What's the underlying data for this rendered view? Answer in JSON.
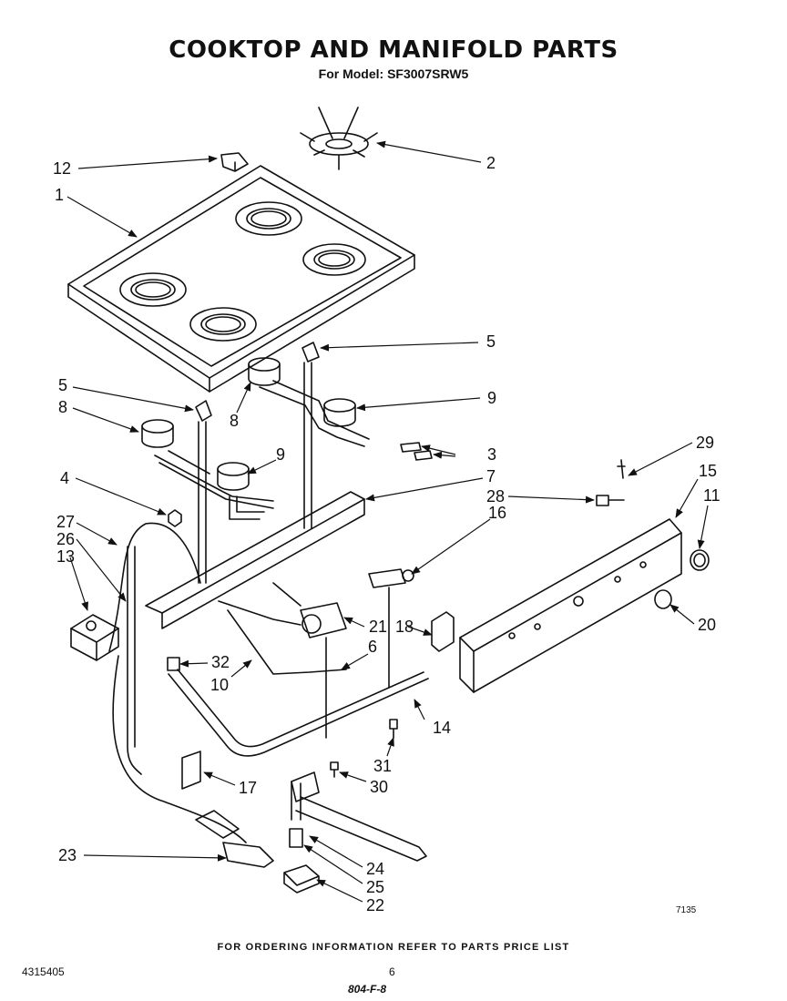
{
  "header": {
    "title": "COOKTOP AND MANIFOLD PARTS",
    "subtitle": "For Model: SF3007SRW5"
  },
  "callouts": {
    "c1": "1",
    "c2": "2",
    "c3": "3",
    "c4": "4",
    "c5a": "5",
    "c5b": "5",
    "c6": "6",
    "c7": "7",
    "c8a": "8",
    "c8b": "8",
    "c9a": "9",
    "c9b": "9",
    "c10": "10",
    "c11": "11",
    "c12": "12",
    "c13": "13",
    "c14": "14",
    "c15": "15",
    "c16": "16",
    "c17": "17",
    "c18": "18",
    "c20": "20",
    "c21": "21",
    "c22": "22",
    "c23": "23",
    "c24": "24",
    "c25": "25",
    "c26": "26",
    "c27": "27",
    "c28": "28",
    "c29": "29",
    "c30": "30",
    "c31": "31",
    "c32": "32"
  },
  "footer": {
    "ordering_note": "FOR ORDERING INFORMATION REFER TO PARTS PRICE LIST",
    "doc_number": "4315405",
    "page_number": "6",
    "handwritten": "804-F-8",
    "figure_code": "7135"
  }
}
